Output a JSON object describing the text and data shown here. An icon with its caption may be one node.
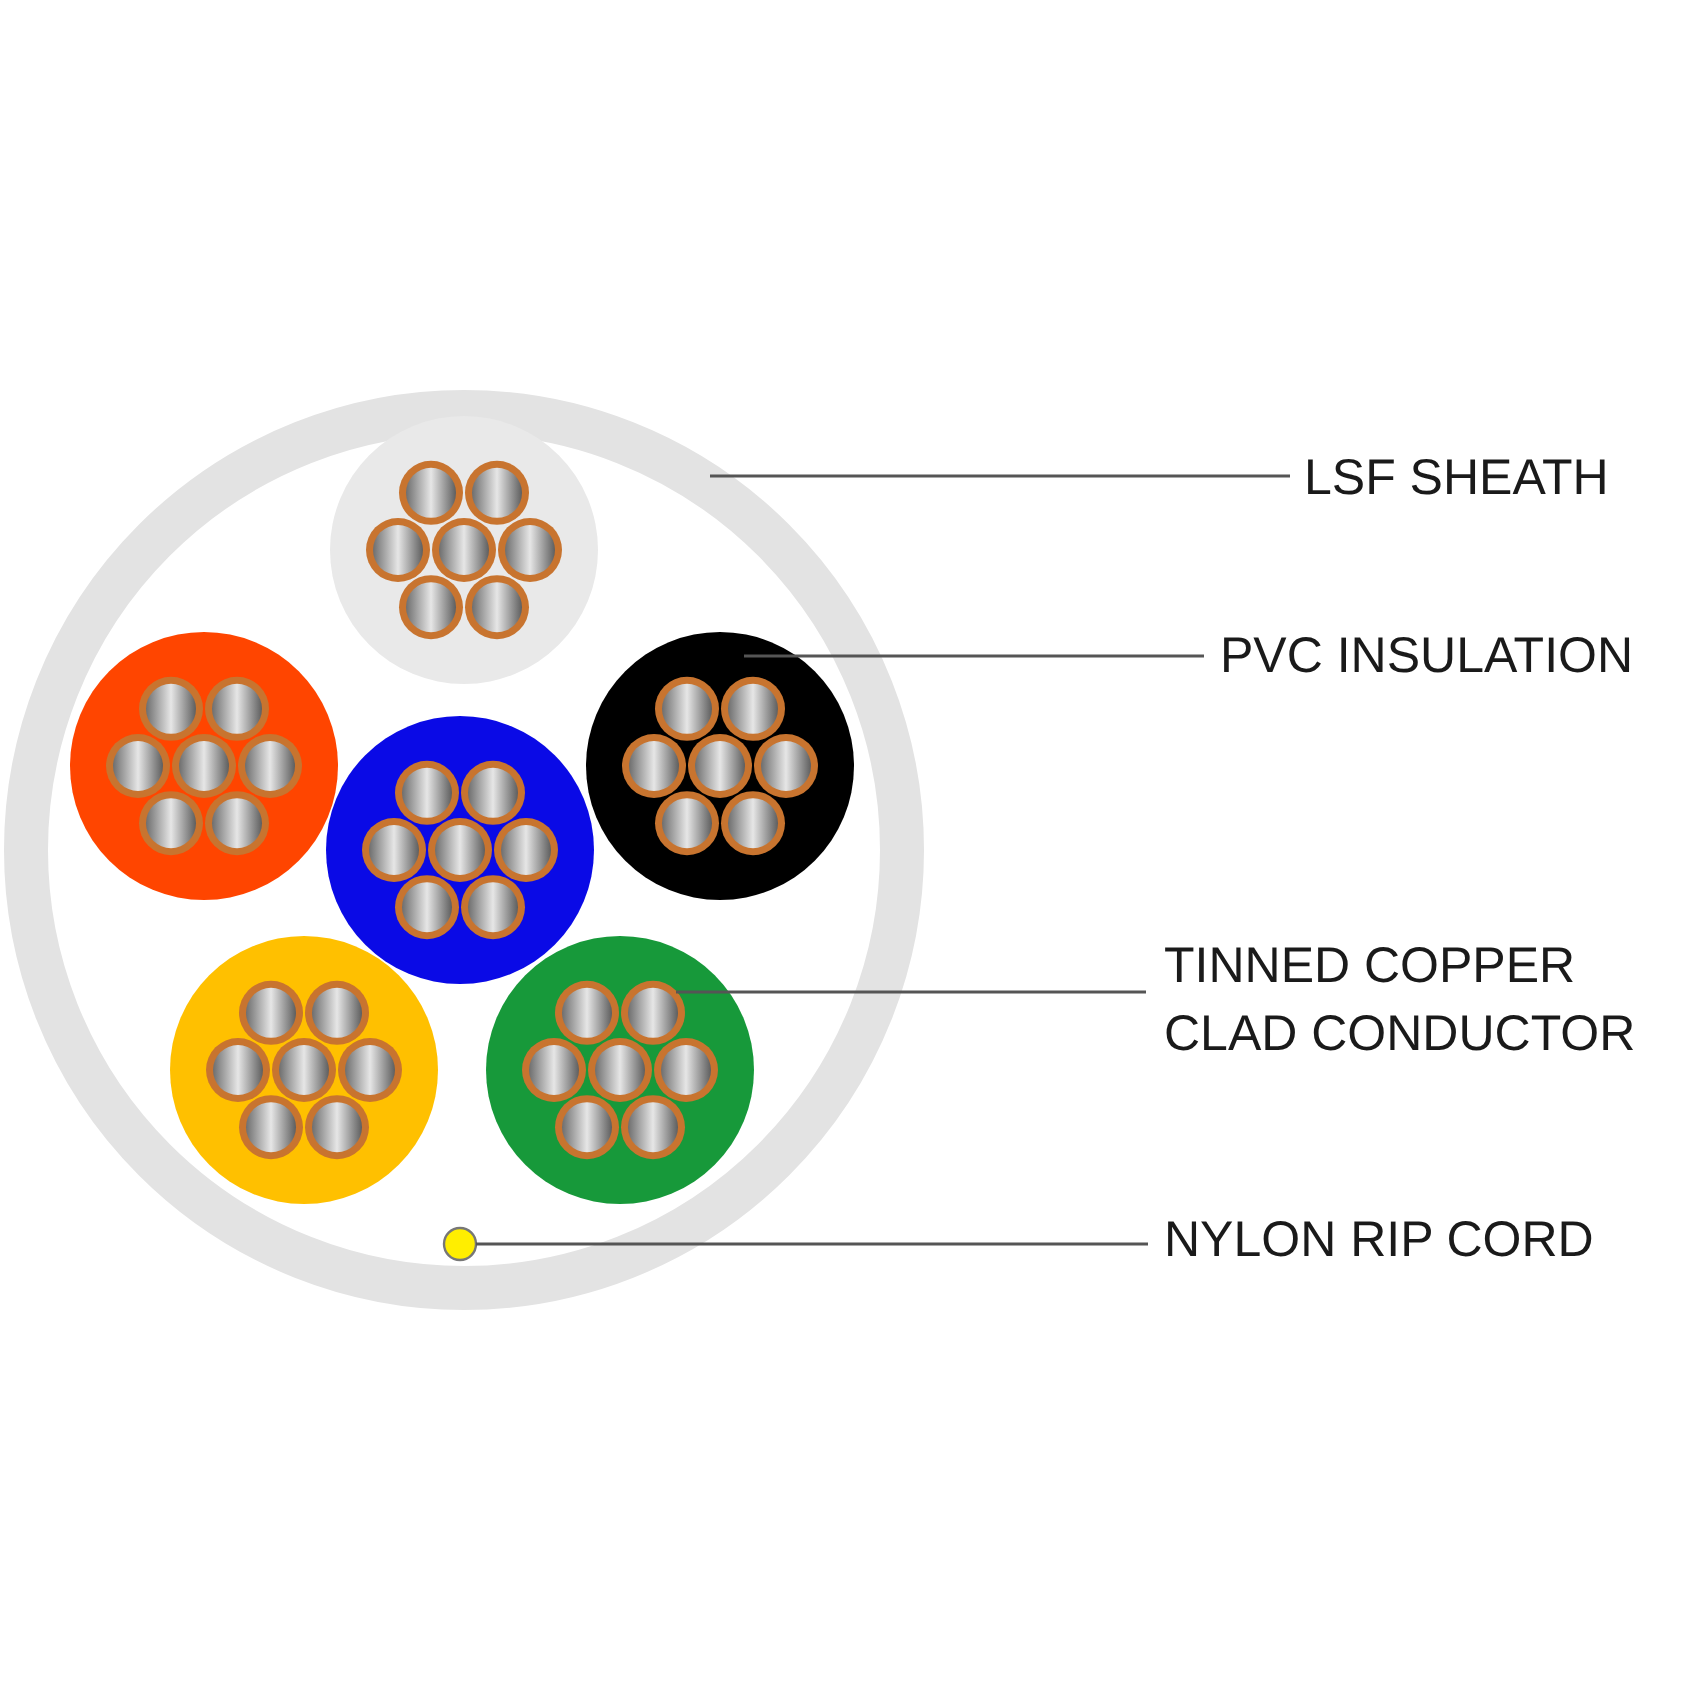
{
  "diagram": {
    "nodes": [
      {
        "text": [
          "LSF SHEATH"
        ]
      },
      {
        "text": [],
        "shape": "circle"
      },
      {
        "text": [
          "PVC INSULATION"
        ]
      },
      {
        "text": [],
        "shape": "circle",
        "in": 1
      },
      {
        "text": [
          "TINNED COPPER CLAD CONDUCTOR"
        ]
      },
      {
        "text": [],
        "shape": "circle",
        "in": 1
      },
      {
        "text": [
          "NYLON RIP CORD"
        ]
      },
      {
        "text": [],
        "shape": "circle",
        "in": 1
      }
    ],
    "edges": [
      {
        "from": 0,
        "to": 1,
        "arrow": "none"
      },
      {
        "from": 2,
        "to": 3,
        "arrow": "none"
      },
      {
        "from": 4,
        "to": 5,
        "arrow": "none"
      },
      {
        "from": 6,
        "to": 7,
        "arrow": "none"
      }
    ]
  }
}
